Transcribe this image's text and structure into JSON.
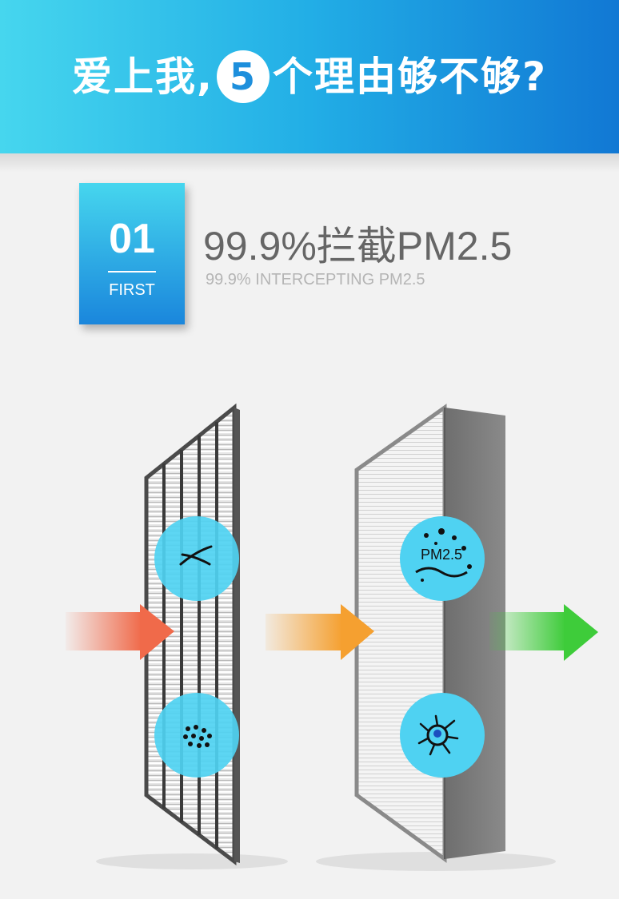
{
  "banner": {
    "prefix": "爱上我,",
    "number": "5",
    "suffix": "个理由够不够?"
  },
  "badge": {
    "number": "01",
    "label": "FIRST"
  },
  "feature": {
    "title": "99.9%拦截PM2.5",
    "subtitle": "99.9% INTERCEPTING PM2.5"
  },
  "illustration": {
    "pm_label": "PM2.5",
    "icons": [
      "leaf-hair-icon",
      "dust-particles-icon",
      "pm25-particles-icon",
      "bacteria-icon"
    ]
  },
  "colors": {
    "banner_start": "#46d6ee",
    "banner_end": "#1178d4",
    "bubble": "#4fd2f2",
    "arrow_in": "#f06a4a",
    "arrow_mid": "#f5a030",
    "arrow_out": "#3ecc3a",
    "title_text": "#666666"
  }
}
